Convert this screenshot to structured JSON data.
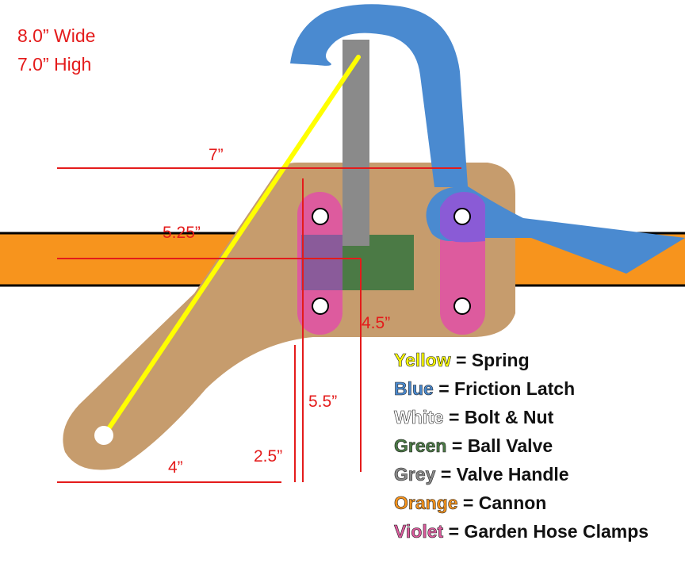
{
  "size_note": {
    "width": "8.0” Wide",
    "height": "7.0” High"
  },
  "dimensions": {
    "d7": "7”",
    "d525": "5.25”",
    "d45": "4.5”",
    "d55": "5.5”",
    "d25": "2.5”",
    "d4": "4”"
  },
  "colors": {
    "yellow": "#ffff00",
    "blue": "#4a8ad0",
    "white": "#ffffff",
    "green": "#4b7a45",
    "grey": "#8a8a8a",
    "orange": "#f7941d",
    "violet": "#dd5b9e",
    "purple": "#8a5bd6",
    "tan": "#c69c6d",
    "dimension_red": "#e41b1b"
  },
  "legend": [
    {
      "color_word": "Yellow",
      "text": " = Spring",
      "color": "#ffff00"
    },
    {
      "color_word": "Blue",
      "text": " = Friction Latch",
      "color": "#4a8ad0"
    },
    {
      "color_word": "White",
      "text": " = Bolt & Nut",
      "color": "#ffffff"
    },
    {
      "color_word": "Green",
      "text": " = Ball Valve",
      "color": "#4b7a45"
    },
    {
      "color_word": "Grey",
      "text": " = Valve Handle",
      "color": "#8a8a8a"
    },
    {
      "color_word": "Orange",
      "text": " = Cannon",
      "color": "#f7941d"
    },
    {
      "color_word": "Violet",
      "text": " = Garden Hose Clamps",
      "color": "#dd5b9e"
    }
  ]
}
